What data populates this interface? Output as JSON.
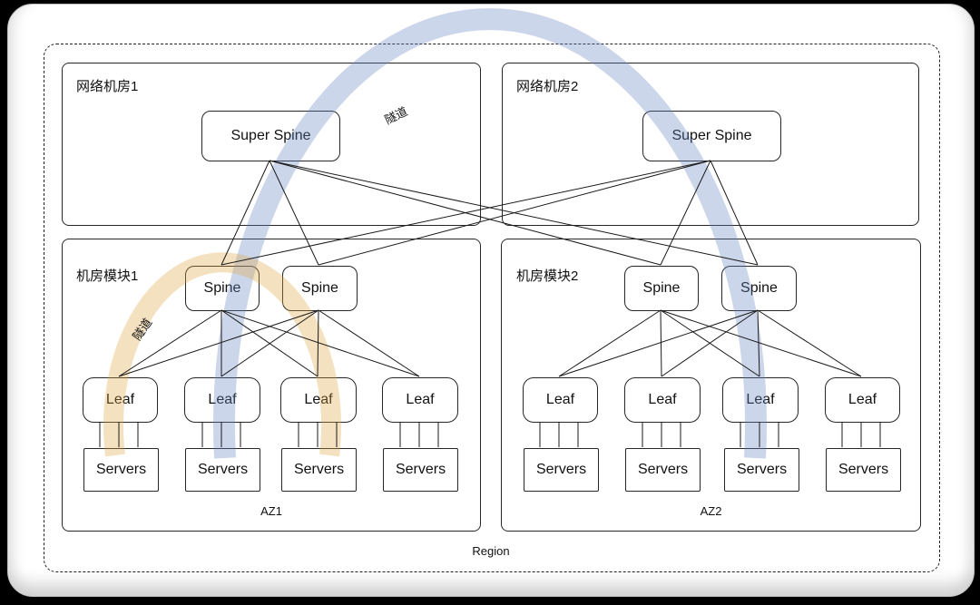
{
  "region": {
    "label": "Region"
  },
  "tunnels": {
    "inter_az": {
      "label": "隧道",
      "color": "#6483bf"
    },
    "intra_az": {
      "label": "隧道",
      "color": "#dea440"
    }
  },
  "network_rooms": [
    {
      "title": "网络机房1",
      "super_spine": "Super Spine"
    },
    {
      "title": "网络机房2",
      "super_spine": "Super Spine"
    }
  ],
  "az_modules": [
    {
      "title": "机房模块1",
      "az": "AZ1",
      "spines": [
        "Spine",
        "Spine"
      ],
      "leaves": [
        "Leaf",
        "Leaf",
        "Leaf",
        "Leaf"
      ],
      "servers": [
        "Servers",
        "Servers",
        "Servers",
        "Servers"
      ]
    },
    {
      "title": "机房模块2",
      "az": "AZ2",
      "spines": [
        "Spine",
        "Spine"
      ],
      "leaves": [
        "Leaf",
        "Leaf",
        "Leaf",
        "Leaf"
      ],
      "servers": [
        "Servers",
        "Servers",
        "Servers",
        "Servers"
      ]
    }
  ]
}
